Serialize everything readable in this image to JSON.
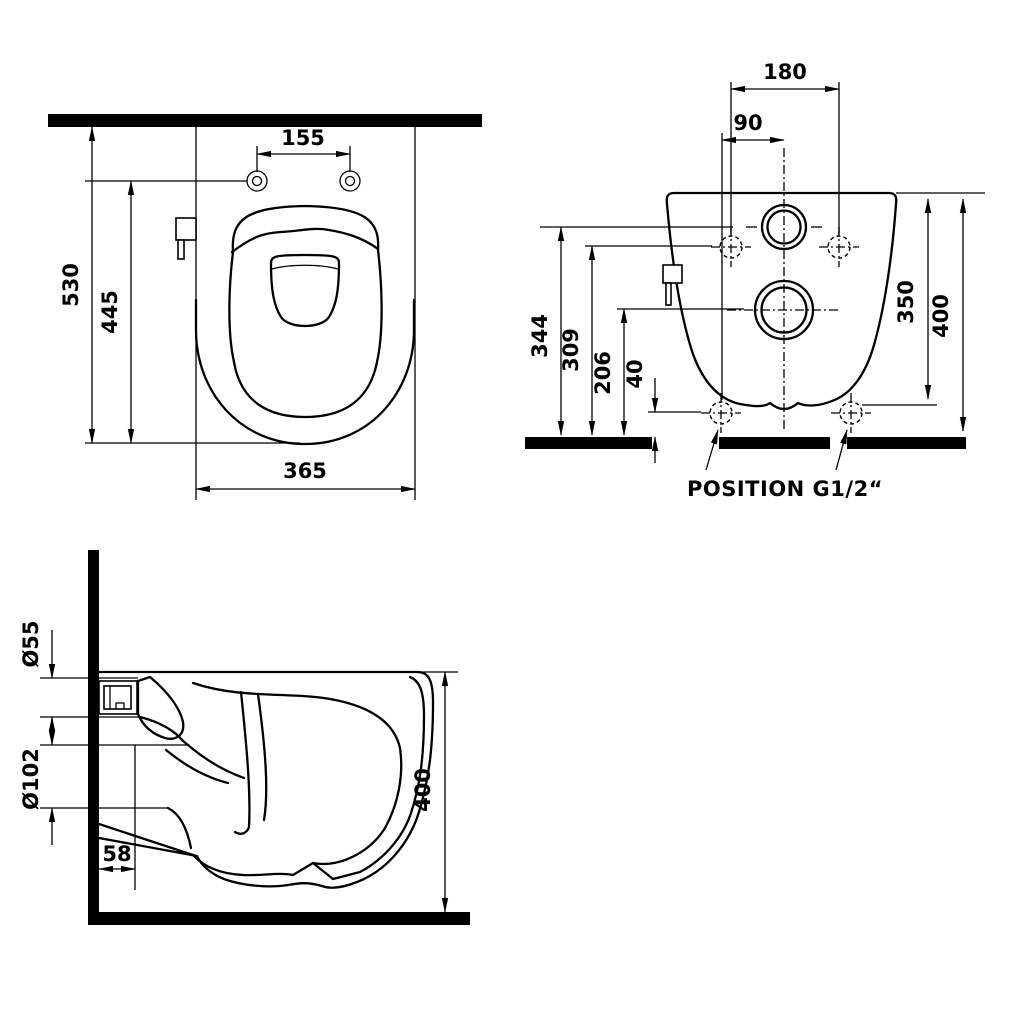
{
  "drawing": {
    "type": "technical-dimension-drawing",
    "subject": "wall-hung-toilet-with-bidet-valve",
    "background_color": "#ffffff",
    "line_color": "#000000",
    "views": {
      "plan_view": {
        "dims": {
          "seat_hole_spacing": "155",
          "total_depth": "530",
          "hole_line_depth": "445",
          "width": "365"
        }
      },
      "front_view": {
        "dims": {
          "fixing_hole_spacing": "180",
          "offset_from_center": "90",
          "inlet_center_height": "344",
          "fixing_hole_height": "309",
          "outlet_center_height": "206",
          "connection_height": "40",
          "bowl_bottom_span": "350",
          "top_edge_height": "400"
        },
        "connection_label": "POSITION G1/2“"
      },
      "side_view": {
        "dims": {
          "inlet_pipe_diameter": "Ø55",
          "waste_pipe_diameter": "Ø102",
          "waste_offset_from_wall": "58",
          "overall_height": "400"
        }
      }
    }
  }
}
